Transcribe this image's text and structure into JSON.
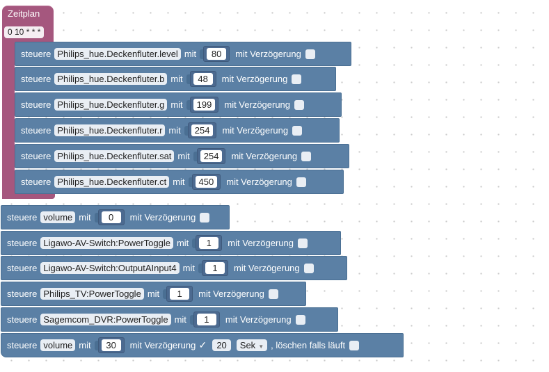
{
  "schedule": {
    "title": "Zeitplan",
    "cron": "0 10 * * *"
  },
  "labels": {
    "control": "steuere",
    "with": "mit",
    "delay": "mit Verzögerung",
    "clear_if_running": ", löschen falls läuft"
  },
  "inner_blocks": [
    {
      "object": "Philips_hue.Deckenfluter.level",
      "value": "80",
      "delay": false
    },
    {
      "object": "Philips_hue.Deckenfluter.b",
      "value": "48",
      "delay": false
    },
    {
      "object": "Philips_hue.Deckenfluter.g",
      "value": "199",
      "delay": false
    },
    {
      "object": "Philips_hue.Deckenfluter.r",
      "value": "254",
      "delay": false
    },
    {
      "object": "Philips_hue.Deckenfluter.sat",
      "value": "254",
      "delay": false
    },
    {
      "object": "Philips_hue.Deckenfluter.ct",
      "value": "450",
      "delay": false
    }
  ],
  "outer_blocks": [
    {
      "object": "volume",
      "value": "0",
      "delay": false
    },
    {
      "object": "Ligawo-AV-Switch:PowerToggle",
      "value": "1",
      "delay": false
    },
    {
      "object": "Ligawo-AV-Switch:OutputAInput4",
      "value": "1",
      "delay": false
    },
    {
      "object": "Philips_TV:PowerToggle",
      "value": "1",
      "delay": false
    },
    {
      "object": "Sagemcom_DVR:PowerToggle",
      "value": "1",
      "delay": false
    }
  ],
  "last_block": {
    "object": "volume",
    "value": "30",
    "delay": true,
    "delay_checkmark": "✓",
    "duration": "20",
    "unit": "Sek",
    "clear": false
  },
  "colors": {
    "schedule": "#a5577e",
    "block": "#5b80a5"
  }
}
